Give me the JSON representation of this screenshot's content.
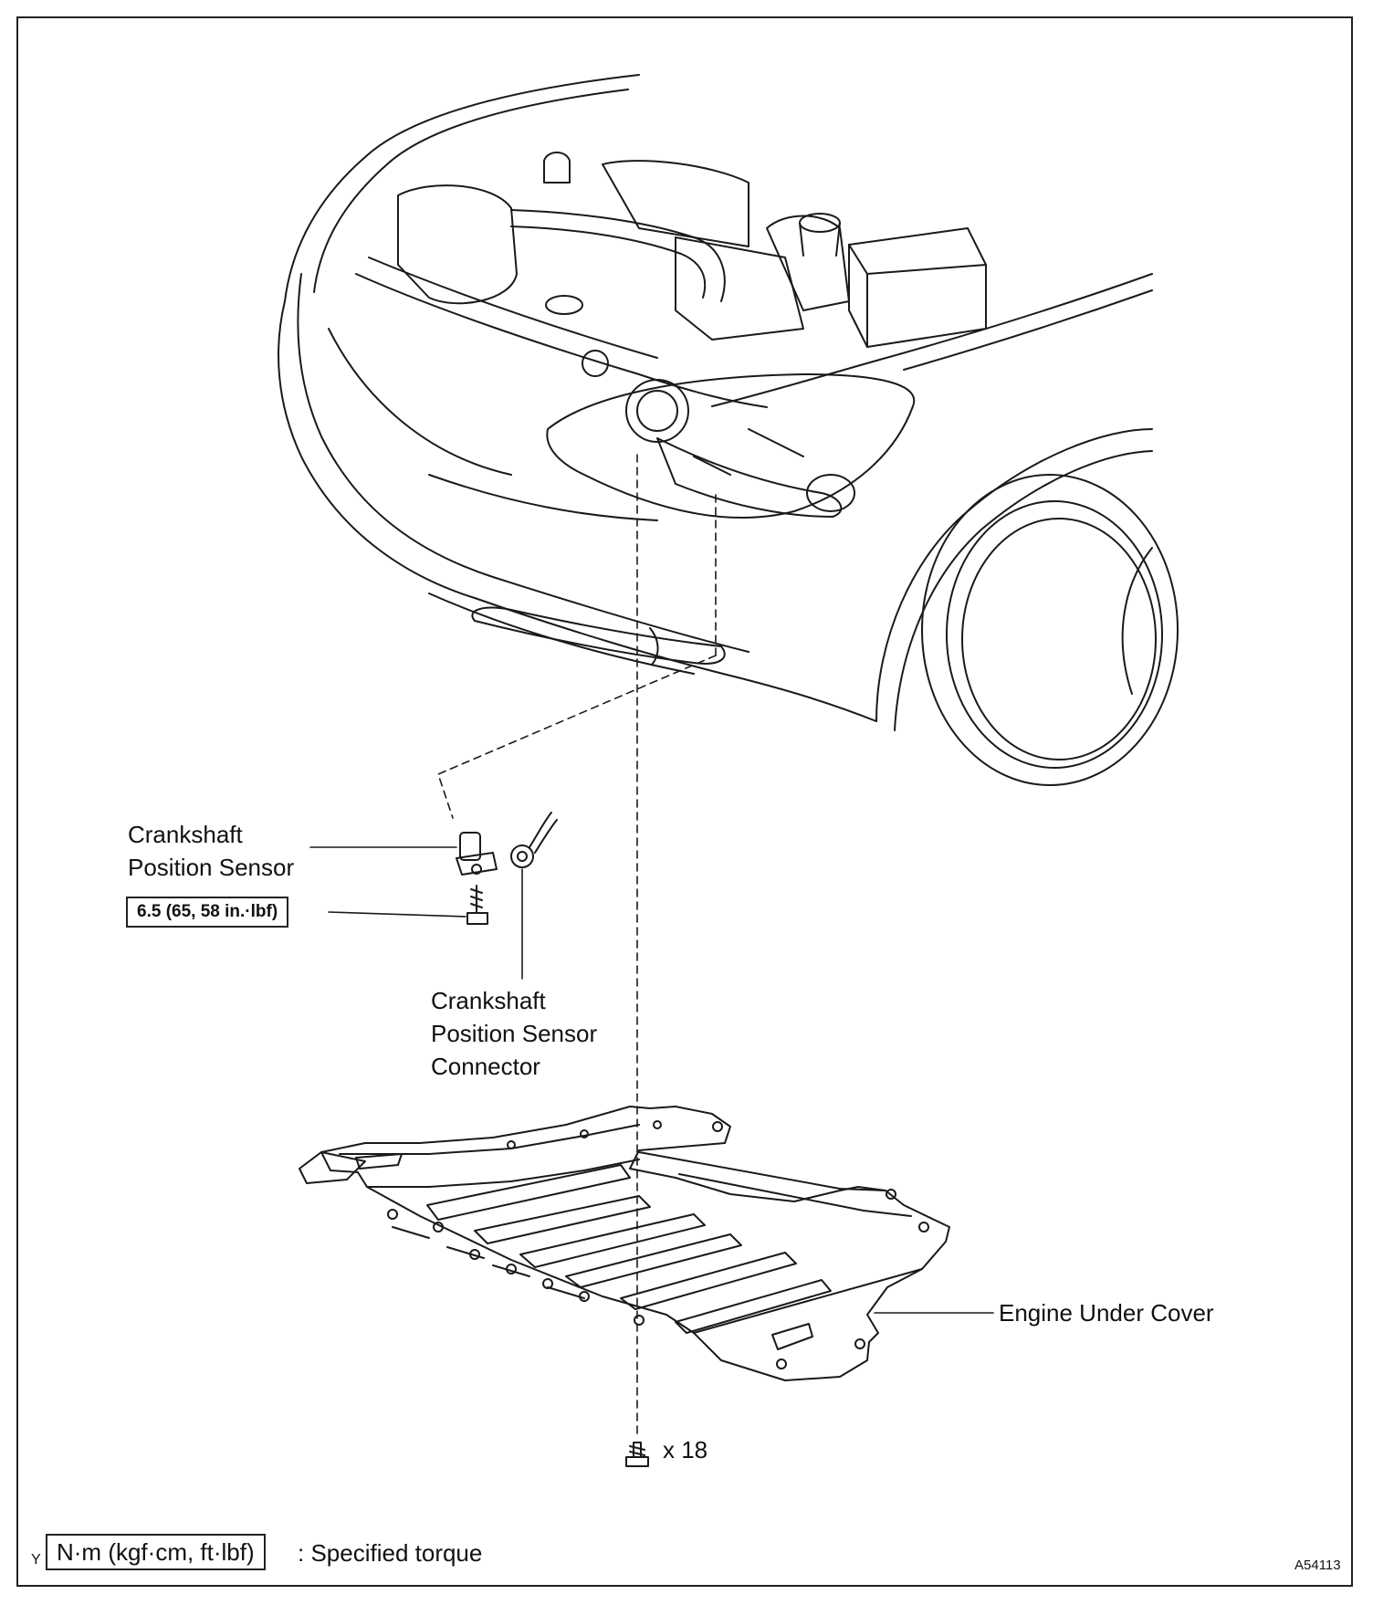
{
  "labels": {
    "crankshaft_sensor": [
      "Crankshaft",
      "Position Sensor"
    ],
    "sensor_connector": [
      "Crankshaft",
      "Position Sensor",
      "Connector"
    ],
    "engine_under_cover": "Engine Under Cover",
    "bolt_quantity": "x 18"
  },
  "torque_spec": "6.5 (65, 58 in.·lbf)",
  "legend": {
    "unit_box": "N·m (kgf·cm, ft·lbf)",
    "description": ": Specified torque",
    "corner_mark": "Y"
  },
  "figure_id": "A54113"
}
